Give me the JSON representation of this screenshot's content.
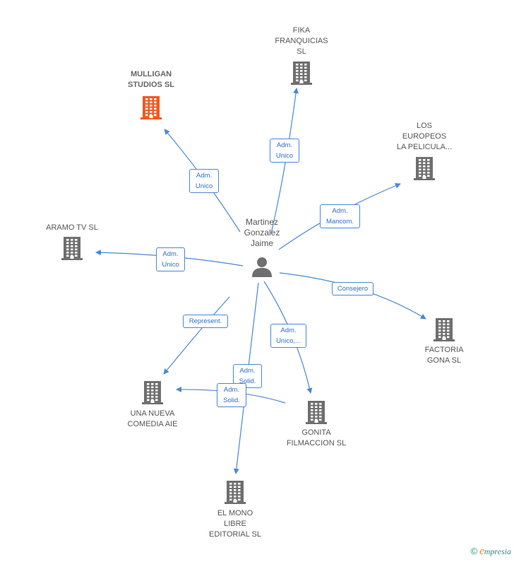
{
  "person": {
    "name": "Martinez\nGonzalez\nJaime"
  },
  "companies": [
    {
      "id": "mulligan",
      "name": "MULLIGAN\nSTUDIOS  SL",
      "highlight": true
    },
    {
      "id": "fika",
      "name": "FIKA\nFRANQUICIAS\nSL",
      "highlight": false
    },
    {
      "id": "europeos",
      "name": "LOS\nEUROPEOS\nLA PELICULA...",
      "highlight": false
    },
    {
      "id": "aramo",
      "name": "ARAMO TV SL",
      "highlight": false
    },
    {
      "id": "factoria",
      "name": "FACTORIA\nGONA  SL",
      "highlight": false
    },
    {
      "id": "unanueva",
      "name": "UNA NUEVA\nCOMEDIA AIE",
      "highlight": false
    },
    {
      "id": "gonita",
      "name": "GONITA\nFILMACCION  SL",
      "highlight": false
    },
    {
      "id": "elmono",
      "name": "EL MONO\nLIBRE\nEDITORIAL  SL",
      "highlight": false
    }
  ],
  "relations": [
    {
      "from": "person",
      "to": "mulligan",
      "label": "Adm.\nUnico"
    },
    {
      "from": "person",
      "to": "fika",
      "label": "Adm.\nUnico"
    },
    {
      "from": "person",
      "to": "europeos",
      "label": "Adm.\nMancom."
    },
    {
      "from": "person",
      "to": "aramo",
      "label": "Adm.\nUnico"
    },
    {
      "from": "person",
      "to": "factoria",
      "label": "Consejero"
    },
    {
      "from": "person",
      "to": "unanueva",
      "label": "Represent."
    },
    {
      "from": "person",
      "to": "gonita",
      "label": "Adm.\nUnico,..."
    },
    {
      "from": "person",
      "to": "elmono",
      "label": "Adm.\nSolid."
    },
    {
      "from": "gonita",
      "to": "unanueva",
      "label": "Adm.\nSolid."
    }
  ],
  "colors": {
    "edge": "#4a88d8",
    "building": "#6f6f6f",
    "building_highlight": "#f05a22",
    "person": "#6f6f6f"
  },
  "footer": {
    "copyright": "©",
    "brand_initial": "e",
    "brand_rest": "mpresia"
  }
}
